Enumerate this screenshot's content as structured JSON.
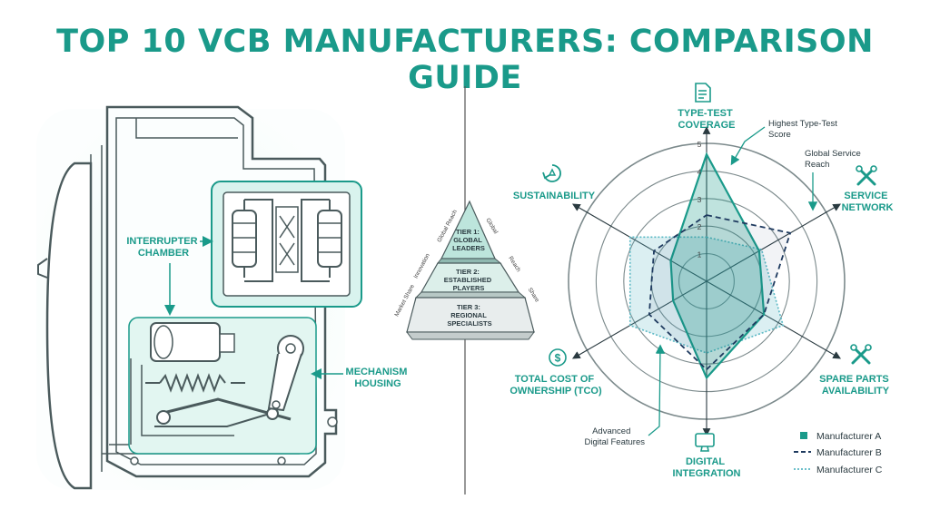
{
  "title": "TOP 10 VCB MANUFACTURERS: COMPARISON GUIDE",
  "diagram": {
    "interrupter_label": [
      "INTERRUPTER",
      "CHAMBER"
    ],
    "mechanism_label": [
      "MECHANISM",
      "HOUSING"
    ]
  },
  "pyramid": {
    "tiers": [
      {
        "lines": [
          "TIER 1:",
          "GLOBAL",
          "LEADERS"
        ]
      },
      {
        "lines": [
          "TIER 2:",
          "ESTABLISHED",
          "PLAYERS"
        ]
      },
      {
        "lines": [
          "TIER 3:",
          "REGIONAL",
          "SPECIALISTS"
        ]
      }
    ],
    "left_labels": [
      "Global Reach",
      "Innovation",
      "Market Share"
    ],
    "right_labels": [
      "Global",
      "Reach",
      "Share"
    ]
  },
  "radar": {
    "axes": [
      {
        "label": [
          "TYPE-TEST",
          "COVERAGE"
        ],
        "icon": "document-check-icon"
      },
      {
        "label": [
          "SERVICE",
          "NETWORK"
        ],
        "icon": "wrench-screwdriver-icon"
      },
      {
        "label": [
          "SPARE PARTS",
          "AVAILABILITY"
        ],
        "icon": "wrench-screwdriver-icon"
      },
      {
        "label": [
          "DIGITAL",
          "INTEGRATION"
        ],
        "icon": "computer-monitor-icon"
      },
      {
        "label": [
          "TOTAL COST OF",
          "OWNERSHIP (TCO)"
        ],
        "icon": "dollar-coin-icon"
      },
      {
        "label": [
          "SUSTAINABILITY"
        ],
        "icon": "recycle-icon"
      }
    ],
    "scale_ticks": [
      "1",
      "2",
      "3",
      "4",
      "5"
    ],
    "annotations": {
      "type_test": [
        "Highest Type-Test",
        "Score"
      ],
      "service": [
        "Global Service",
        "Reach"
      ],
      "digital": [
        "Advanced",
        "Digital Features"
      ]
    },
    "legend": [
      {
        "name": "Manufacturer A",
        "style": "solid",
        "color": "#1a9a8a"
      },
      {
        "name": "Manufacturer B",
        "style": "dashed",
        "color": "#1e3a5f"
      },
      {
        "name": "Manufacturer C",
        "style": "dotted",
        "color": "#5ab8c4"
      }
    ]
  },
  "chart_data": {
    "type": "radar",
    "categories": [
      "TYPE-TEST COVERAGE",
      "SERVICE NETWORK",
      "SPARE PARTS AVAILABILITY",
      "DIGITAL INTEGRATION",
      "TOTAL COST OF OWNERSHIP (TCO)",
      "SUSTAINABILITY"
    ],
    "range": [
      0,
      5
    ],
    "series": [
      {
        "name": "Manufacturer A",
        "values": [
          4.6,
          2.2,
          2.4,
          3.5,
          1.4,
          1.5
        ]
      },
      {
        "name": "Manufacturer B",
        "values": [
          2.4,
          3.5,
          2.4,
          3.2,
          2.4,
          2.2
        ]
      },
      {
        "name": "Manufacturer C",
        "values": [
          1.6,
          2.3,
          3.2,
          2.6,
          3.2,
          3.2
        ]
      }
    ]
  },
  "colors": {
    "teal": "#1a9a8a",
    "navy": "#1e3a5f",
    "light_teal": "#5ab8c4",
    "outline": "#4a5a5c"
  }
}
